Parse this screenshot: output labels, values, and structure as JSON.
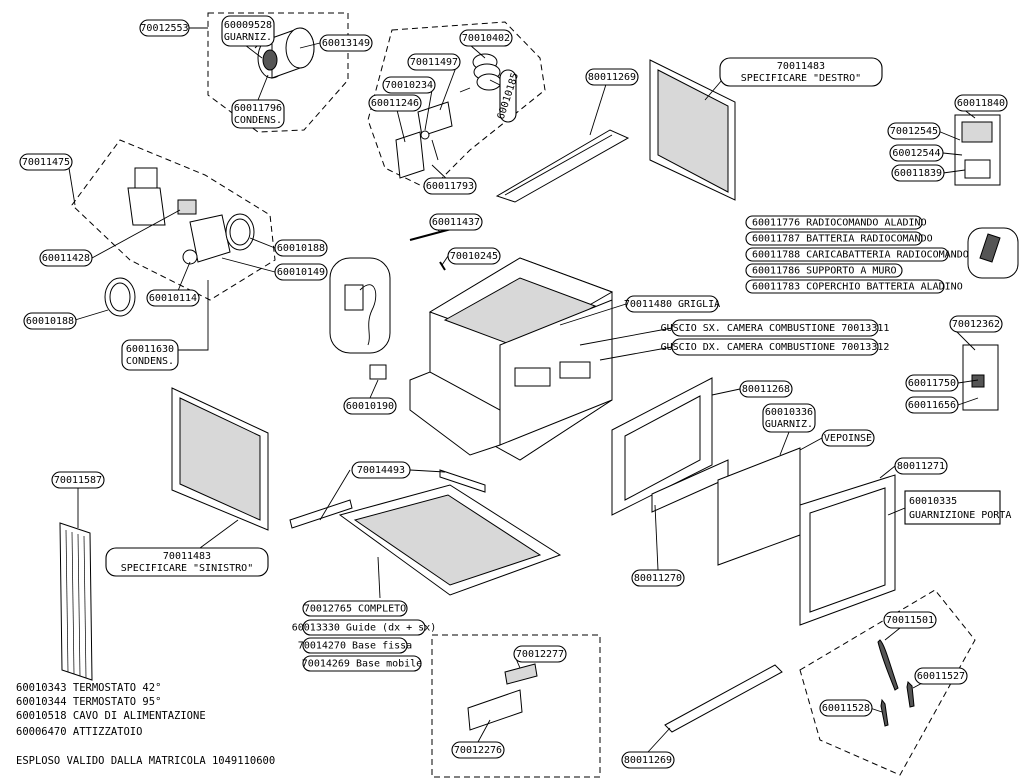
{
  "labels": {
    "p70012553": "70012553",
    "p60009528": "60009528",
    "p60009528_sub": "GUARNIZ.",
    "p60013149": "60013149",
    "p60011796": "60011796",
    "p60011796_sub": "CONDENS.",
    "p70010402": "70010402",
    "p70011497": "70011497",
    "p70010234": "70010234",
    "p60011246": "60011246",
    "p60010185": "60010185",
    "p60011793": "60011793",
    "p80011269_top": "80011269",
    "p70011483_dx": "70011483",
    "p70011483_dx_sub": "SPECIFICARE  \"DESTRO\"",
    "p60011840": "60011840",
    "p70012545": "70012545",
    "p60012544": "60012544",
    "p60011839": "60011839",
    "p70011475": "70011475",
    "p60011428": "60011428",
    "p60010188_a": "60010188",
    "p60010149": "60010149",
    "p60010114": "60010114",
    "p60010188_b": "60010188",
    "p60011630": "60011630",
    "p60011630_sub": "CONDENS.",
    "p60011437": "60011437",
    "p70010245": "70010245",
    "p60010190": "60010190",
    "p70011480": "70011480 GRIGLIA",
    "guscio_sx": "GUSCIO SX. CAMERA COMBUSTIONE 70013311",
    "guscio_dx": "GUSCIO DX. CAMERA COMBUSTIONE 70013312",
    "p70012362": "70012362",
    "p60011750": "60011750",
    "p60011656": "60011656",
    "p80011268": "80011268",
    "p60010336": "60010336",
    "p60010336_sub": "GUARNIZ.",
    "vepoinse": "VEPOINSE",
    "p80011271": "80011271",
    "p60010335": "60010335",
    "p60010335_sub": "GUARNIZIONE PORTA",
    "p80011270": "80011270",
    "p70011587": "70011587",
    "p70011483_sx": "70011483",
    "p70011483_sx_sub": "SPECIFICARE  \"SINISTRO\"",
    "p70014493": "70014493",
    "p70012765": "70012765 COMPLETO",
    "p60013330": "60013330 Guide (dx + sx)",
    "p70014270": "70014270 Base fissa",
    "p70014269": "70014269 Base mobile",
    "p70012277": "70012277",
    "p70012276": "70012276",
    "p80011269_bot": "80011269",
    "p70011501": "70011501",
    "p60011527": "60011527",
    "p60011528": "60011528"
  },
  "remote_list": [
    "60011776  RADIOCOMANDO ALADINO",
    "60011787  BATTERIA RADIOCOMANDO",
    "60011788  CARICABATTERIA RADIOCOMANDO",
    "60011786  SUPPORTO A MURO",
    "60011783  COPERCHIO BATTERIA ALADINO"
  ],
  "notes": [
    "60010343 TERMOSTATO 42°",
    "60010344 TERMOSTATO 95°",
    "60010518  CAVO DI ALIMENTAZIONE",
    "60006470 ATTIZZATOIO"
  ],
  "footer": "ESPLOSO VALIDO DALLA MATRICOLA  1049110600"
}
